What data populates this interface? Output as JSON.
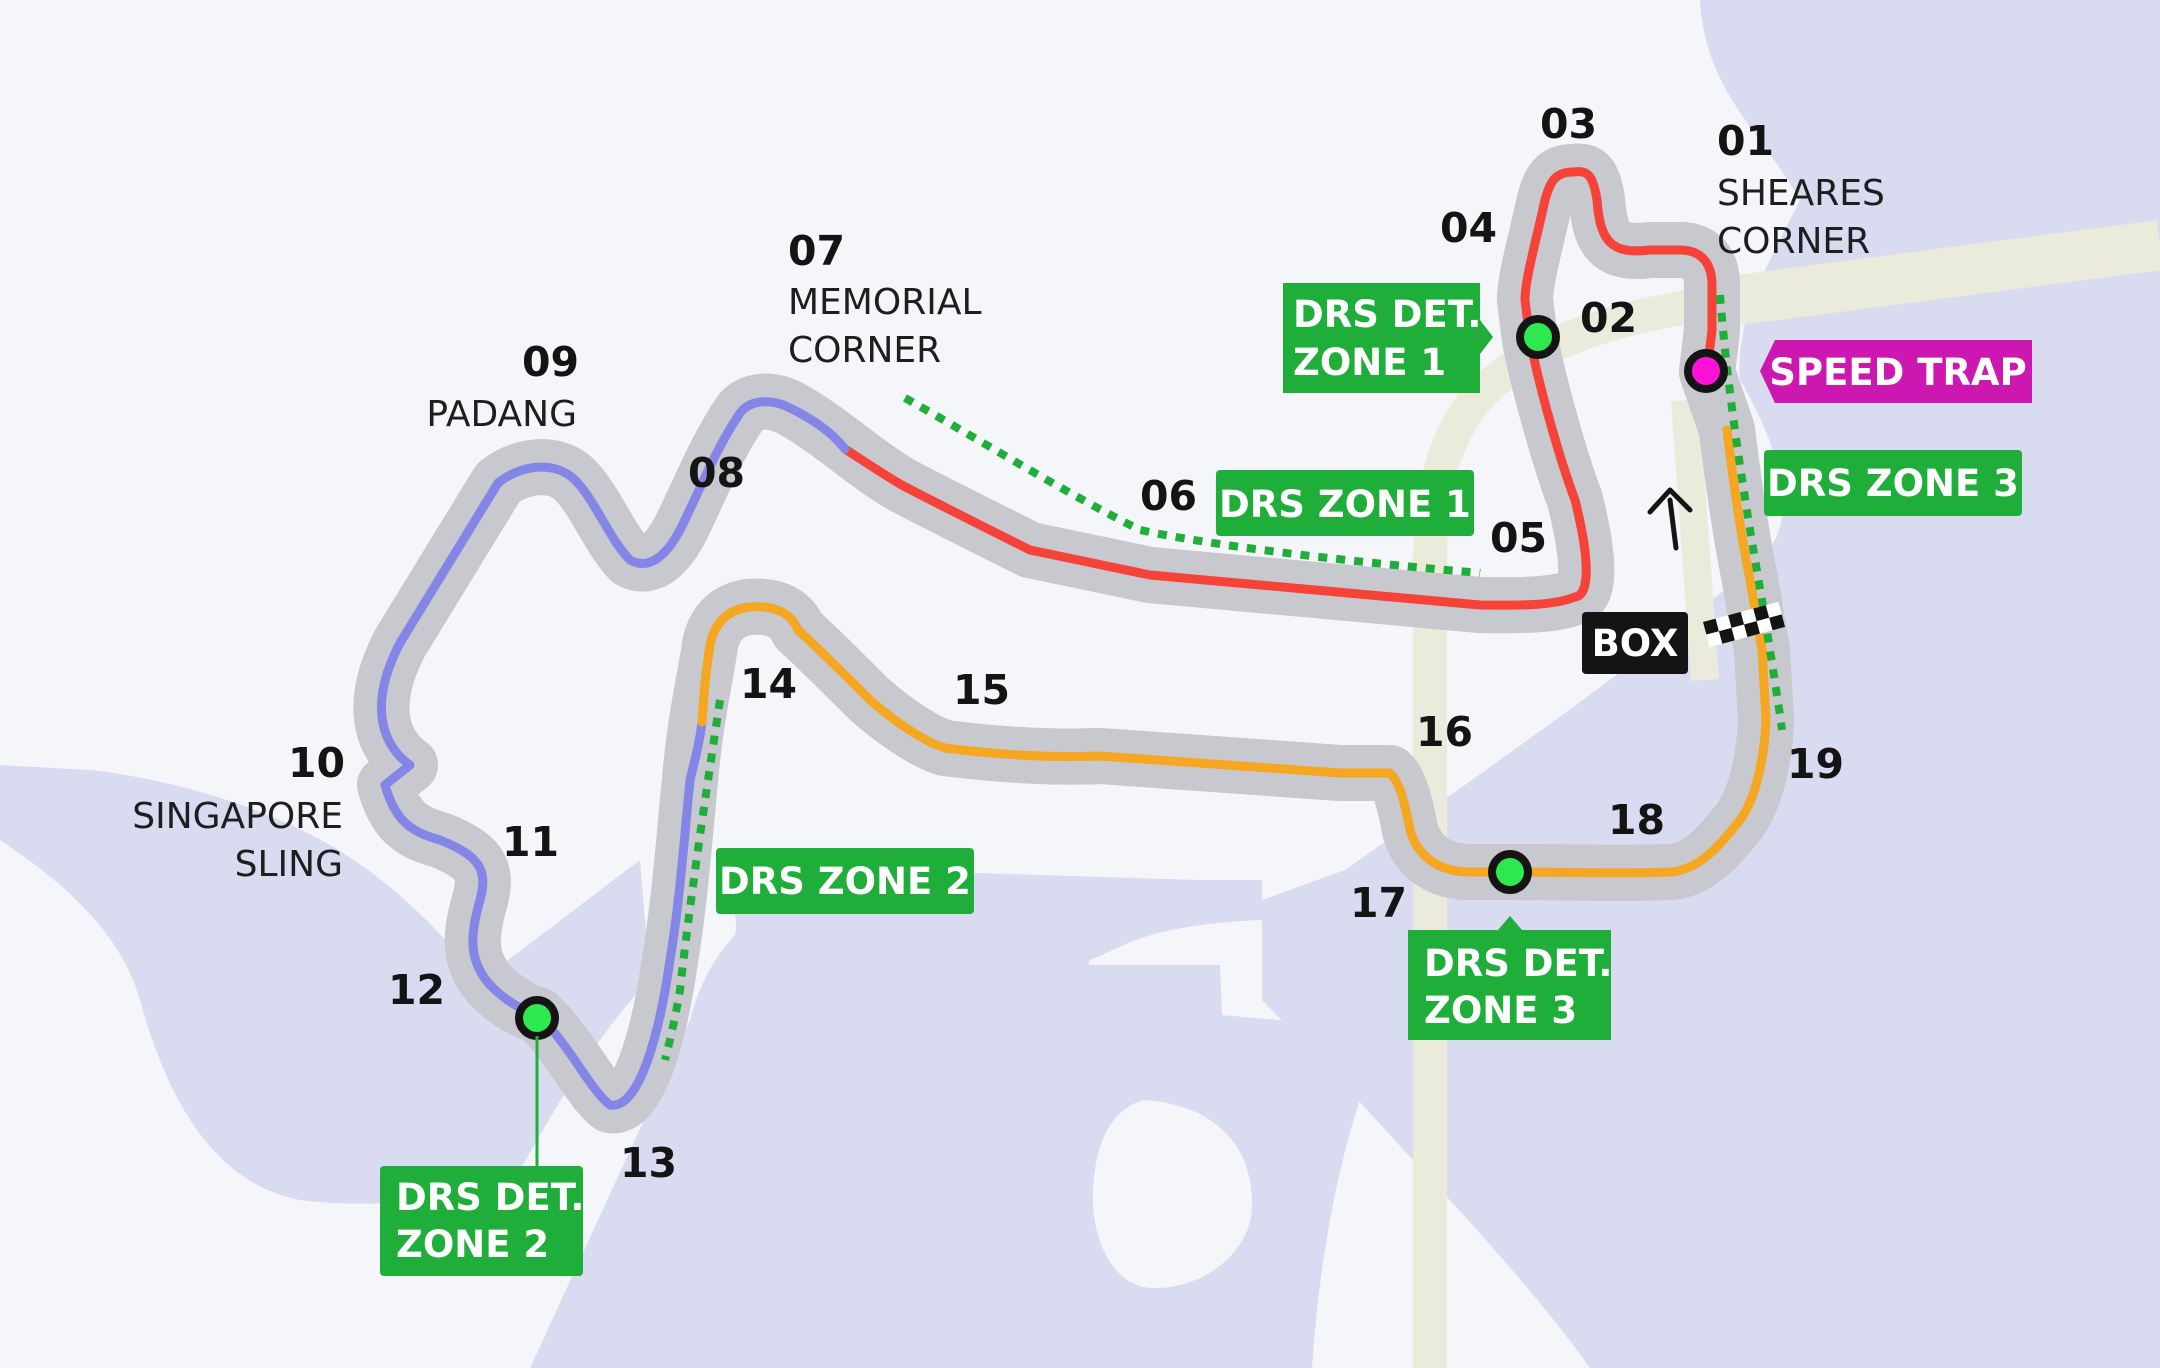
{
  "colors": {
    "background": "#f4f6f9",
    "water": "#d9dcf0",
    "road": "#ebebdc",
    "track_outline": "#141414",
    "sector_1": "#f5433a",
    "sector_2": "#8386e6",
    "sector_3": "#f5a722",
    "drs": "#1fae3a",
    "speed_trap": "#cc17b0",
    "box": "#141414"
  },
  "turns": [
    {
      "number": "01",
      "name": [
        "SHEARES",
        "CORNER"
      ]
    },
    {
      "number": "02",
      "name": []
    },
    {
      "number": "03",
      "name": []
    },
    {
      "number": "04",
      "name": []
    },
    {
      "number": "05",
      "name": []
    },
    {
      "number": "06",
      "name": []
    },
    {
      "number": "07",
      "name": [
        "MEMORIAL",
        "CORNER"
      ]
    },
    {
      "number": "08",
      "name": []
    },
    {
      "number": "09",
      "name": [
        "PADANG"
      ]
    },
    {
      "number": "10",
      "name": [
        "SINGAPORE",
        "SLING"
      ]
    },
    {
      "number": "11",
      "name": []
    },
    {
      "number": "12",
      "name": []
    },
    {
      "number": "13",
      "name": []
    },
    {
      "number": "14",
      "name": []
    },
    {
      "number": "15",
      "name": []
    },
    {
      "number": "16",
      "name": []
    },
    {
      "number": "17",
      "name": []
    },
    {
      "number": "18",
      "name": []
    },
    {
      "number": "19",
      "name": []
    }
  ],
  "drs_zones": [
    "DRS ZONE 1",
    "DRS ZONE 2",
    "DRS ZONE 3"
  ],
  "detection_zones": [
    [
      "DRS DET.",
      "ZONE 1"
    ],
    [
      "DRS DET.",
      "ZONE 2"
    ],
    [
      "DRS DET.",
      "ZONE 3"
    ]
  ],
  "speed_trap": "SPEED TRAP",
  "pit_box": "BOX"
}
